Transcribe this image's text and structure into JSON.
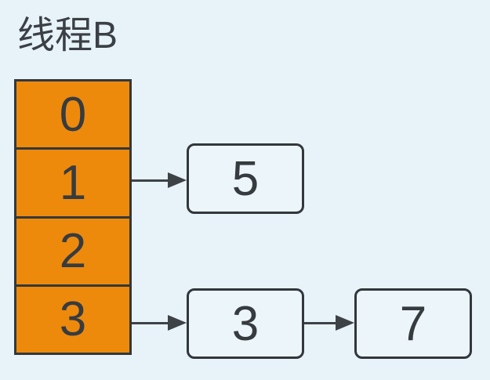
{
  "title": "线程B",
  "colors": {
    "background": "#e8f3f9",
    "bucket_fill": "#ED8A0C",
    "stroke": "#32373c",
    "node_fill": "#ecf5fa",
    "text": "#363b40",
    "arrow": "#3d4247"
  },
  "bucket_array": {
    "cells": [
      "0",
      "1",
      "2",
      "3"
    ]
  },
  "chains": [
    {
      "from_cell": "1",
      "nodes": [
        "5"
      ]
    },
    {
      "from_cell": "3",
      "nodes": [
        "3",
        "7"
      ]
    }
  ]
}
